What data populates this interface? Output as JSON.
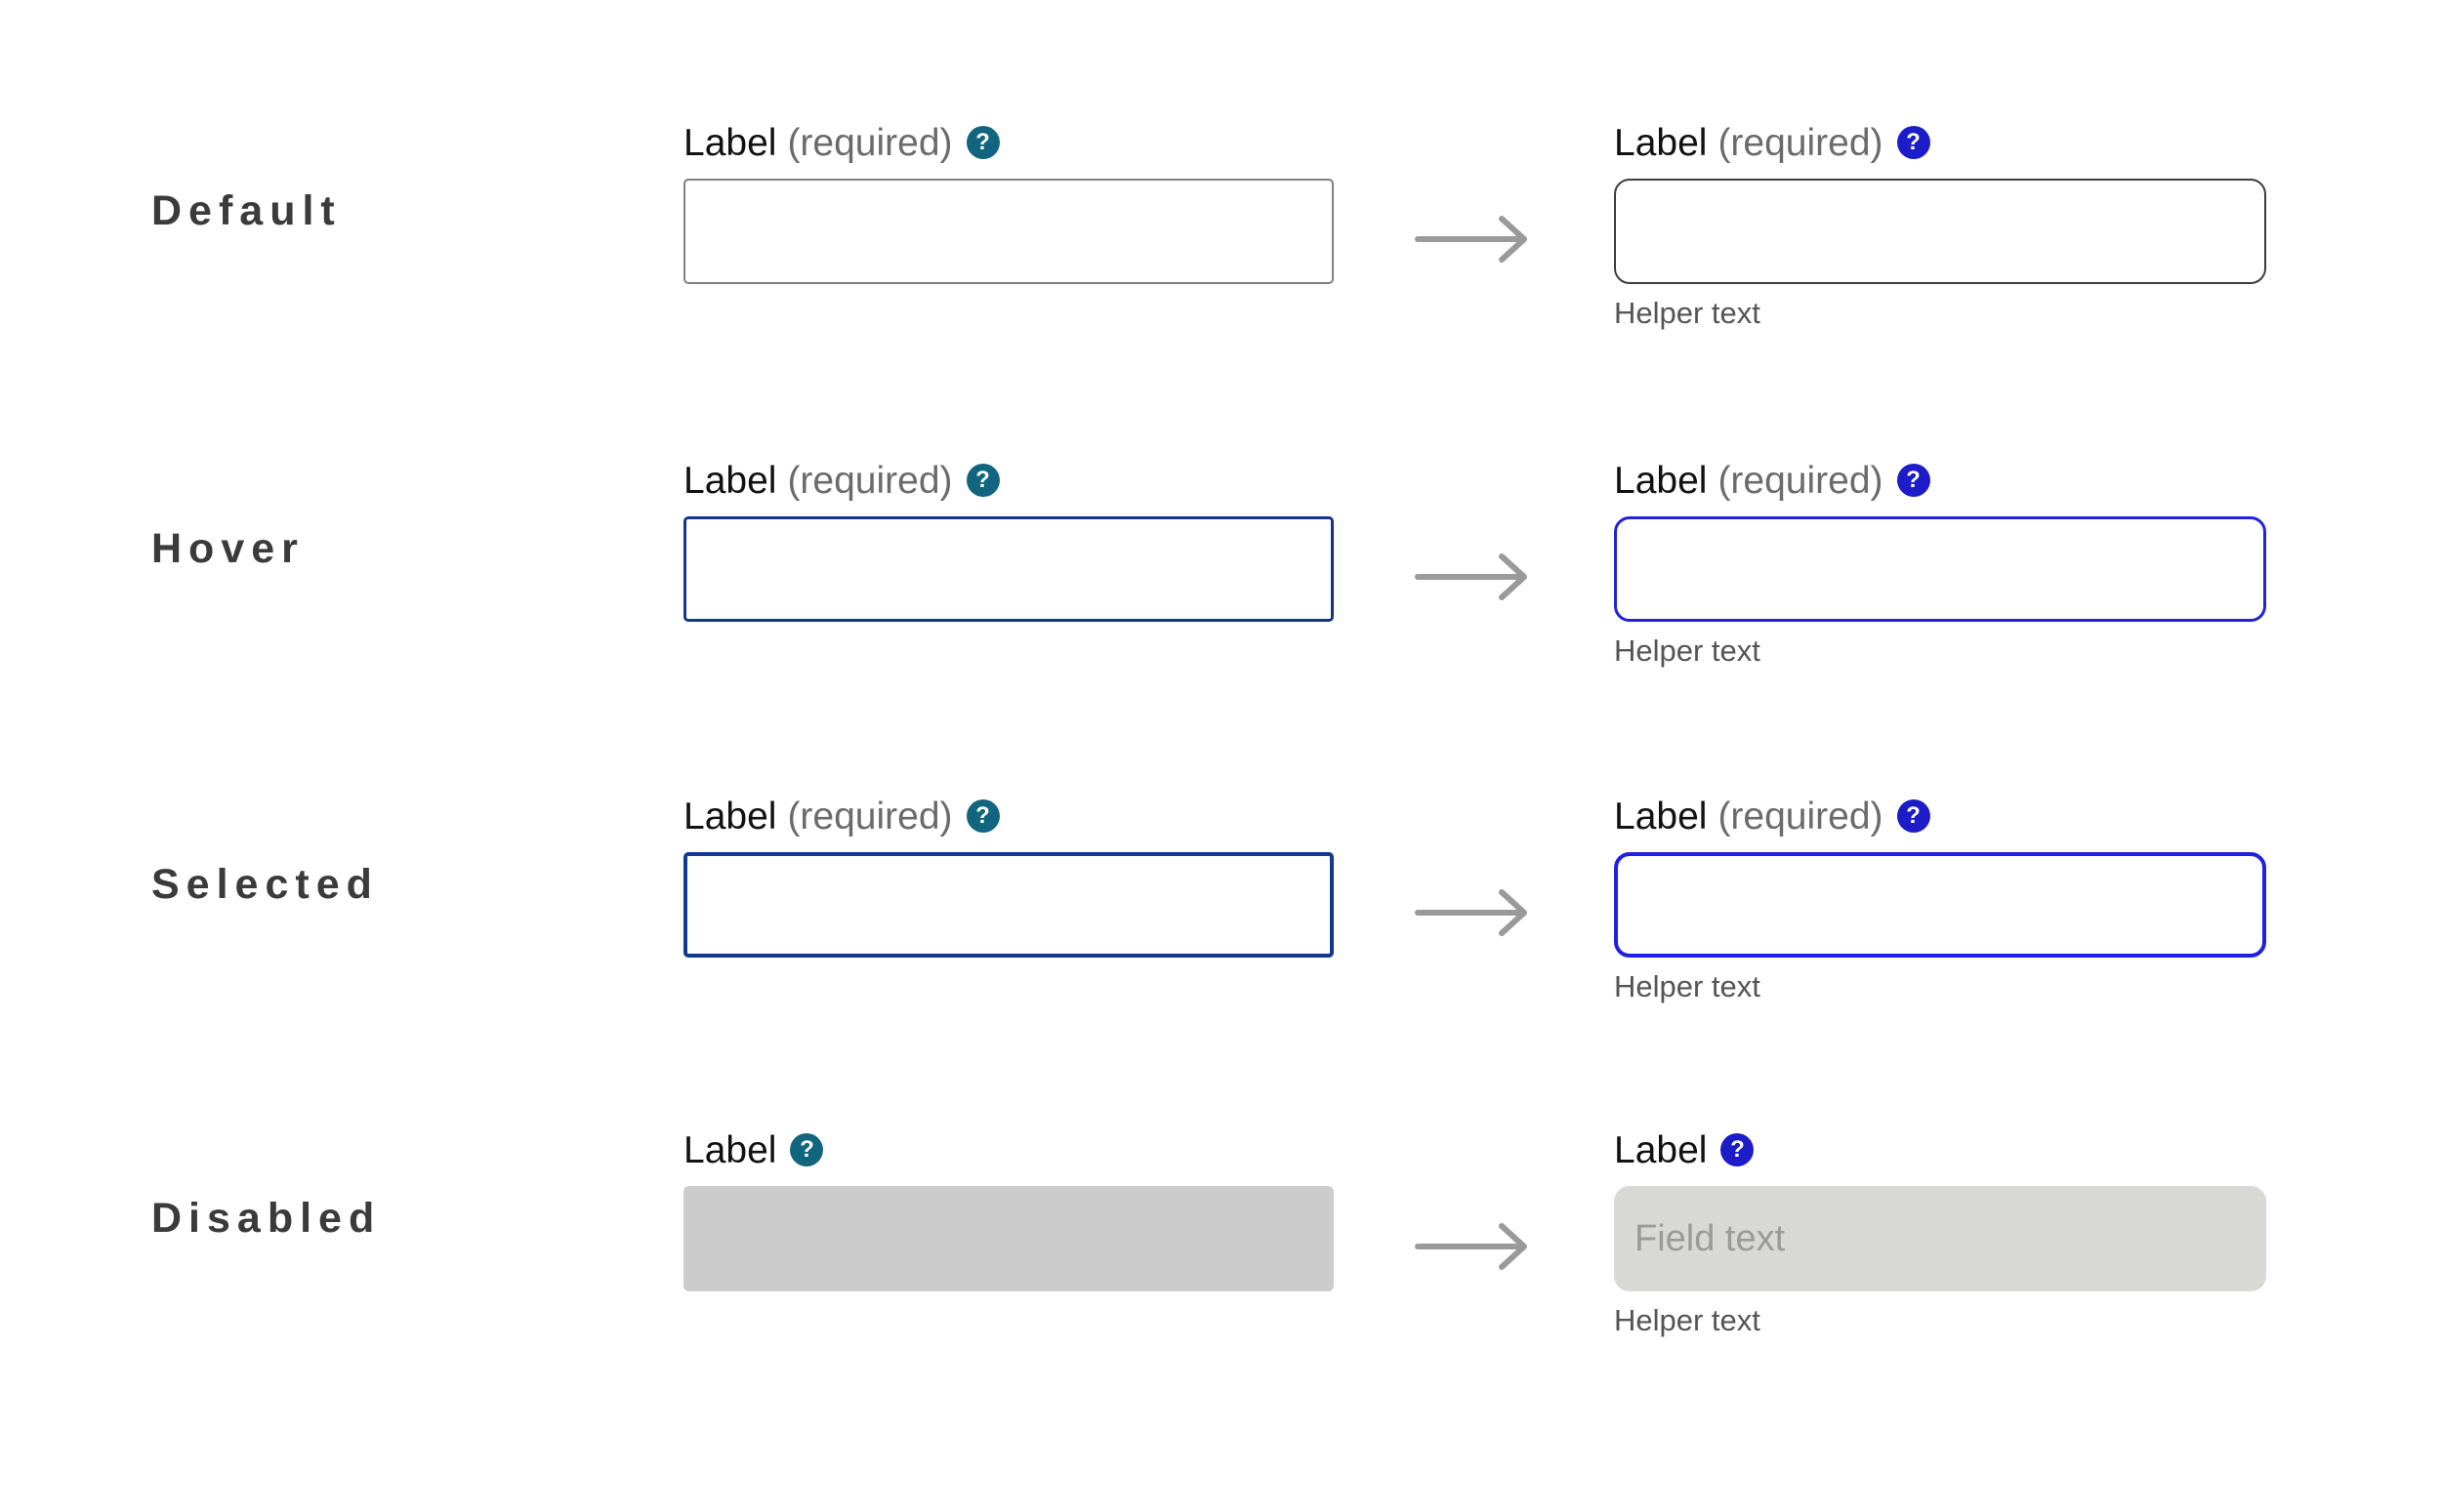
{
  "palette": {
    "help_icon_left": "#11657F",
    "help_icon_right": "#1C1CC9",
    "border_default_left": "#808080",
    "border_default_right": "#3D3D3D",
    "border_hover_left": "#16348F",
    "border_hover_right": "#2222DD",
    "border_selected_left": "#113A8E",
    "border_selected_right": "#2020E0",
    "disabled_fill_left": "#CCCCCC",
    "disabled_fill_right": "#D8D8D4",
    "state_name_color": "#3B3B3B",
    "helper_text_color": "#555555",
    "arrow_color": "#9A9A9A",
    "placeholder_color": "#9A9A9A"
  },
  "icons": {
    "help": "?",
    "arrow": "arrow-right-icon"
  },
  "rows": [
    {
      "state": "Default",
      "before": {
        "label": "Label",
        "required": "(required)",
        "help_icon": "help-icon",
        "value": "",
        "helper": ""
      },
      "after": {
        "label": "Label",
        "required": "(required)",
        "help_icon": "help-icon",
        "value": "",
        "helper": "Helper text"
      }
    },
    {
      "state": "Hover",
      "before": {
        "label": "Label",
        "required": "(required)",
        "help_icon": "help-icon",
        "value": "",
        "helper": ""
      },
      "after": {
        "label": "Label",
        "required": "(required)",
        "help_icon": "help-icon",
        "value": "",
        "helper": "Helper text"
      }
    },
    {
      "state": "Selected",
      "before": {
        "label": "Label",
        "required": "(required)",
        "help_icon": "help-icon",
        "value": "",
        "helper": ""
      },
      "after": {
        "label": "Label",
        "required": "(required)",
        "help_icon": "help-icon",
        "value": "",
        "helper": "Helper text"
      }
    },
    {
      "state": "Disabled",
      "before": {
        "label": "Label",
        "required": "",
        "help_icon": "help-icon",
        "value": "",
        "helper": ""
      },
      "after": {
        "label": "Label",
        "required": "",
        "help_icon": "help-icon",
        "value": "Field text",
        "helper": "Helper text"
      }
    }
  ]
}
